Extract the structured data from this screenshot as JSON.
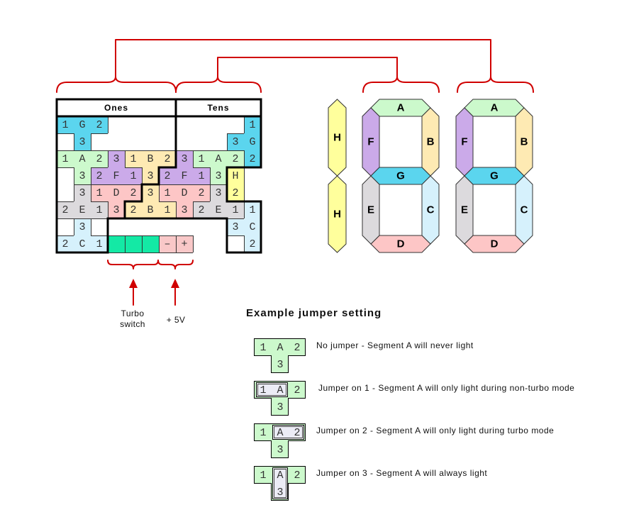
{
  "board": {
    "headers": {
      "ones": "Ones",
      "tens": "Tens"
    },
    "rows": [
      [
        {
          "t": "1",
          "g": "ones-G"
        },
        {
          "t": "G",
          "g": "ones-G"
        },
        {
          "t": "2",
          "g": "ones-G"
        },
        null,
        null,
        null,
        null,
        null,
        null,
        null,
        null,
        {
          "t": "1",
          "g": "tens-G"
        }
      ],
      [
        null,
        {
          "t": "3",
          "g": "ones-G"
        },
        null,
        null,
        null,
        null,
        null,
        null,
        null,
        null,
        {
          "t": "3",
          "g": "tens-G"
        },
        {
          "t": "G",
          "g": "tens-G"
        }
      ],
      [
        {
          "t": "1",
          "g": "ones-A"
        },
        {
          "t": "A",
          "g": "ones-A"
        },
        {
          "t": "2",
          "g": "ones-A"
        },
        {
          "t": "3",
          "g": "ones-F"
        },
        {
          "t": "1",
          "g": "ones-B"
        },
        {
          "t": "B",
          "g": "ones-B"
        },
        {
          "t": "2",
          "g": "ones-B"
        },
        {
          "t": "3",
          "g": "tens-F"
        },
        {
          "t": "1",
          "g": "tens-A"
        },
        {
          "t": "A",
          "g": "tens-A"
        },
        {
          "t": "2",
          "g": "tens-A"
        },
        {
          "t": "2",
          "g": "tens-G"
        }
      ],
      [
        null,
        {
          "t": "3",
          "g": "ones-A"
        },
        {
          "t": "2",
          "g": "ones-F"
        },
        {
          "t": "F",
          "g": "ones-F"
        },
        {
          "t": "1",
          "g": "ones-F"
        },
        {
          "t": "3",
          "g": "ones-B"
        },
        {
          "t": "2",
          "g": "tens-F"
        },
        {
          "t": "F",
          "g": "tens-F"
        },
        {
          "t": "1",
          "g": "tens-F"
        },
        {
          "t": "3",
          "g": "tens-A"
        },
        {
          "t": "H",
          "g": "tens-H"
        },
        null
      ],
      [
        null,
        {
          "t": "3",
          "g": "ones-E"
        },
        {
          "t": "1",
          "g": "ones-D"
        },
        {
          "t": "D",
          "g": "ones-D"
        },
        {
          "t": "2",
          "g": "ones-D"
        },
        {
          "t": "3",
          "g": "tens-B"
        },
        {
          "t": "1",
          "g": "tens-D"
        },
        {
          "t": "D",
          "g": "tens-D"
        },
        {
          "t": "2",
          "g": "tens-D"
        },
        {
          "t": "3",
          "g": "tens-E"
        },
        {
          "t": "2",
          "g": "tens-H"
        },
        null
      ],
      [
        {
          "t": "2",
          "g": "ones-E"
        },
        {
          "t": "E",
          "g": "ones-E"
        },
        {
          "t": "1",
          "g": "ones-E"
        },
        {
          "t": "3",
          "g": "ones-D"
        },
        {
          "t": "2",
          "g": "tens-B"
        },
        {
          "t": "B",
          "g": "tens-B"
        },
        {
          "t": "1",
          "g": "tens-B"
        },
        {
          "t": "3",
          "g": "tens-D"
        },
        {
          "t": "2",
          "g": "tens-E"
        },
        {
          "t": "E",
          "g": "tens-E"
        },
        {
          "t": "1",
          "g": "tens-E"
        },
        {
          "t": "1",
          "g": "tens-C"
        }
      ],
      [
        null,
        {
          "t": "3",
          "g": "ones-C"
        },
        null,
        null,
        null,
        null,
        null,
        null,
        null,
        null,
        {
          "t": "3",
          "g": "tens-C"
        },
        {
          "t": "C",
          "g": "tens-C"
        }
      ],
      [
        {
          "t": "2",
          "g": "ones-C"
        },
        {
          "t": "C",
          "g": "ones-C"
        },
        {
          "t": "1",
          "g": "ones-C"
        },
        {
          "t": "",
          "g": "turbo-1"
        },
        {
          "t": "",
          "g": "turbo-2"
        },
        {
          "t": "",
          "g": "turbo-3"
        },
        {
          "t": "–",
          "g": "power-minus"
        },
        {
          "t": "+",
          "g": "power-plus"
        },
        null,
        null,
        null,
        {
          "t": "2",
          "g": "tens-C"
        }
      ]
    ]
  },
  "colors": {
    "G": "#5bd5ee",
    "A": "#ccf9cc",
    "F": "#cbaae9",
    "B": "#feeab3",
    "D": "#fdc6c6",
    "E": "#dcdadd",
    "C": "#d6f1fc",
    "H": "#ffff9c",
    "turbo": "#14e9a5",
    "power": "#f9c8c8",
    "wire": "#d00000",
    "jumper_highlight": "#ececf6"
  },
  "display": {
    "h_bar": [
      {
        "id": "H",
        "label": "H"
      },
      {
        "id": "H",
        "label": "H"
      }
    ],
    "digits": [
      {
        "name": "tens",
        "segments": [
          {
            "id": "A",
            "label": "A"
          },
          {
            "id": "B",
            "label": "B"
          },
          {
            "id": "C",
            "label": "C"
          },
          {
            "id": "D",
            "label": "D"
          },
          {
            "id": "E",
            "label": "E"
          },
          {
            "id": "F",
            "label": "F"
          },
          {
            "id": "G",
            "label": "G"
          }
        ]
      },
      {
        "name": "ones",
        "segments": [
          {
            "id": "A",
            "label": "A"
          },
          {
            "id": "B",
            "label": "B"
          },
          {
            "id": "C",
            "label": "C"
          },
          {
            "id": "D",
            "label": "D"
          },
          {
            "id": "E",
            "label": "E"
          },
          {
            "id": "F",
            "label": "F"
          },
          {
            "id": "G",
            "label": "G"
          }
        ]
      }
    ]
  },
  "wiring": {
    "turbo_label_line1": "Turbo",
    "turbo_label_line2": "switch",
    "power_label": "+ 5V"
  },
  "examples": {
    "title": "Example jumper setting",
    "items": [
      {
        "pins": [
          "1",
          "A",
          "2",
          "3"
        ],
        "jumper": null,
        "text": "No jumper - Segment A will never light"
      },
      {
        "pins": [
          "1",
          "A",
          "2",
          "3"
        ],
        "jumper": "1",
        "text": "Jumper on 1 - Segment A will only light during non-turbo mode"
      },
      {
        "pins": [
          "1",
          "A",
          "2",
          "3"
        ],
        "jumper": "2",
        "text": "Jumper on 2 - Segment A will only light during turbo mode"
      },
      {
        "pins": [
          "1",
          "A",
          "2",
          "3"
        ],
        "jumper": "3",
        "text": "Jumper on 3 - Segment A will always light"
      }
    ]
  }
}
